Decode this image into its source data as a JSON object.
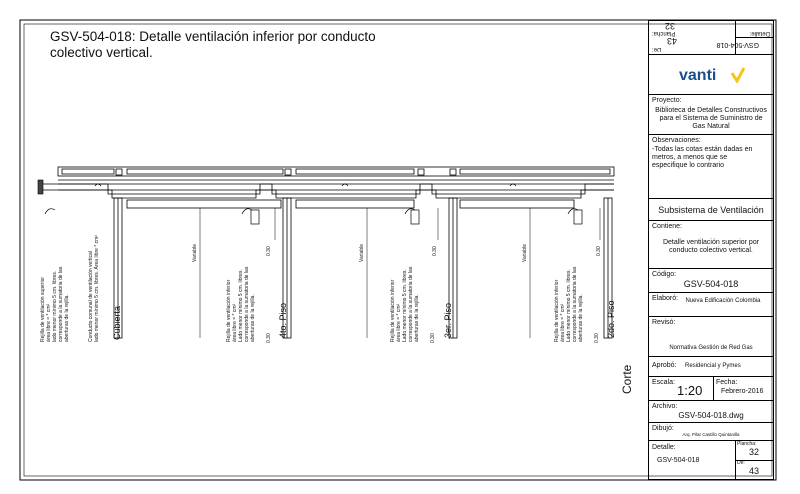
{
  "title": {
    "line1": "GSV-504-018:  Detalle ventilación inferior por conducto",
    "line2": "colectivo vertical."
  },
  "drawing": {
    "section_label": "Corte",
    "floors": [
      "Cubierta",
      "4to. Piso",
      "3er. Piso",
      "2do. Piso"
    ],
    "dim_variable": "Variable",
    "dim_030": "0.30",
    "note_upper": [
      "Rejilla de ventilación superior",
      "área libre = * cm²",
      "lado menor mínimo 5 cm. libres.",
      "corresponde a la sumatoria de las",
      "aberturas de la rejilla."
    ],
    "note_conduct": [
      "Conducto comunal de ventilación vertical",
      "lado menor mínimo 5 cm. libres. Área libre * cm²"
    ],
    "note_lower": [
      "Rejilla de ventilación inferior",
      "área libre = * cm²",
      "Lado menor mínimo 5 cm. libres.",
      "corresponde a la sumatoria de las",
      "aberturas de la rejilla."
    ]
  },
  "titleblock": {
    "top_plancha_label": "Plancha:",
    "top_plancha": "32",
    "top_de_label": "De:",
    "top_de": "43",
    "top_detalle_label": "Detalle:",
    "top_detalle": "GSV-504-018",
    "logo_text": "vanti",
    "proyecto_label": "Proyecto:",
    "proyecto": "Biblioteca de Detalles Constructivos para el Sistema de Suministro de Gas Natural",
    "observaciones_label": "Observaciones:",
    "observaciones": "-Todas las cotas están dadas en metros, a menos que se especifique lo contrario",
    "subsistema": "Subsistema de Ventilación",
    "contiene_label": "Contiene:",
    "contiene": "Detalle ventilación superior por conducto colectivo vertical.",
    "codigo_label": "Código:",
    "codigo": "GSV-504-018",
    "elaboro_label": "Elaboró:",
    "elaboro": "Nueva Edificación Colombia",
    "reviso_label": "Revisó:",
    "reviso": "Normativa Gestión de Red Gas",
    "aprobo_label": "Aprobó:",
    "aprobo": "Residencial y Pymes",
    "escala_label": "Escala:",
    "escala": "1:20",
    "fecha_label": "Fecha:",
    "fecha": "Febrero-2016",
    "archivo_label": "Archivo:",
    "archivo": "GSV-504-018.dwg",
    "dibujo_label": "Dibujó:",
    "dibujo": "Arq. Pilar Castillo Quintanilla",
    "detalle_label": "Detalle:",
    "detalle": "GSV-504-018",
    "plancha_label": "Plancha:",
    "plancha": "32",
    "de_label": "De:",
    "de": "43"
  },
  "colors": {
    "accent": "#f5c518",
    "brand": "#1a4f8b"
  }
}
